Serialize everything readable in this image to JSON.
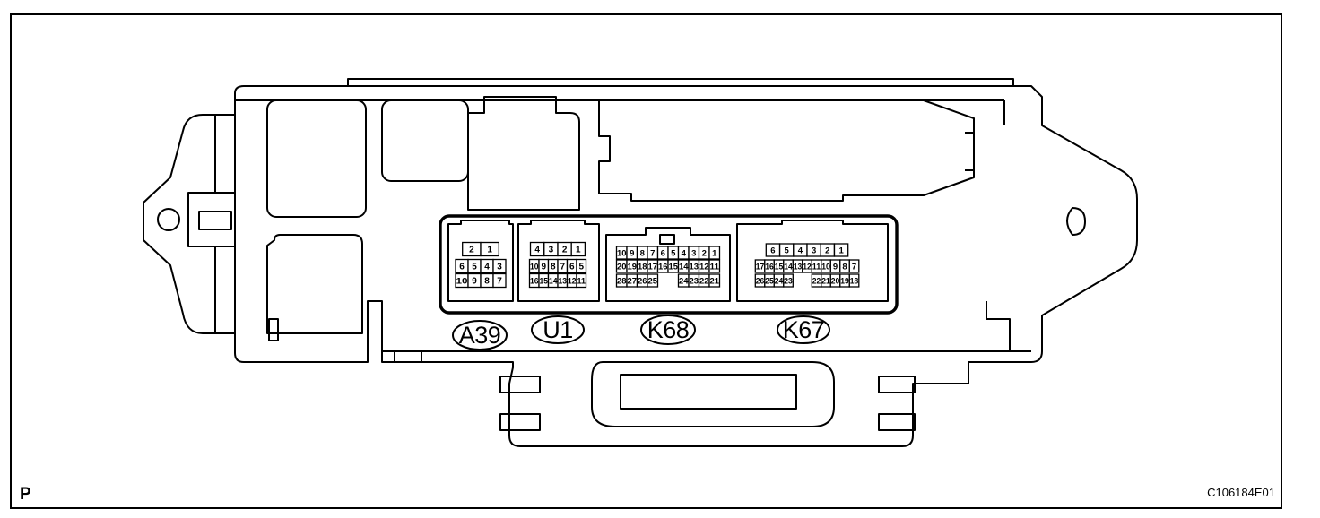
{
  "diagram": {
    "corner_letter": "P",
    "figure_code": "C106184E01",
    "connectors": [
      {
        "label": "A39",
        "rows": [
          [
            "2",
            "1"
          ],
          [
            "6",
            "5",
            "4",
            "3"
          ],
          [
            "10",
            "9",
            "8",
            "7"
          ]
        ]
      },
      {
        "label": "U1",
        "rows": [
          [
            "4",
            "3",
            "2",
            "1"
          ],
          [
            "10",
            "9",
            "8",
            "7",
            "6",
            "5"
          ],
          [
            "16",
            "15",
            "14",
            "13",
            "12",
            "11"
          ]
        ]
      },
      {
        "label": "K68",
        "rows": [
          [
            "10",
            "9",
            "8",
            "7",
            "6",
            "5",
            "4",
            "3",
            "2",
            "1"
          ],
          [
            "20",
            "19",
            "18",
            "17",
            "16",
            "15",
            "14",
            "13",
            "12",
            "11"
          ],
          [
            "28",
            "27",
            "26",
            "25",
            "24",
            "23",
            "22",
            "21"
          ]
        ]
      },
      {
        "label": "K67",
        "rows": [
          [
            "6",
            "5",
            "4",
            "3",
            "2",
            "1"
          ],
          [
            "17",
            "16",
            "15",
            "14",
            "13",
            "12",
            "11",
            "10",
            "9",
            "8",
            "7"
          ],
          [
            "26",
            "25",
            "24",
            "23",
            "22",
            "21",
            "20",
            "19",
            "18"
          ]
        ]
      }
    ]
  }
}
